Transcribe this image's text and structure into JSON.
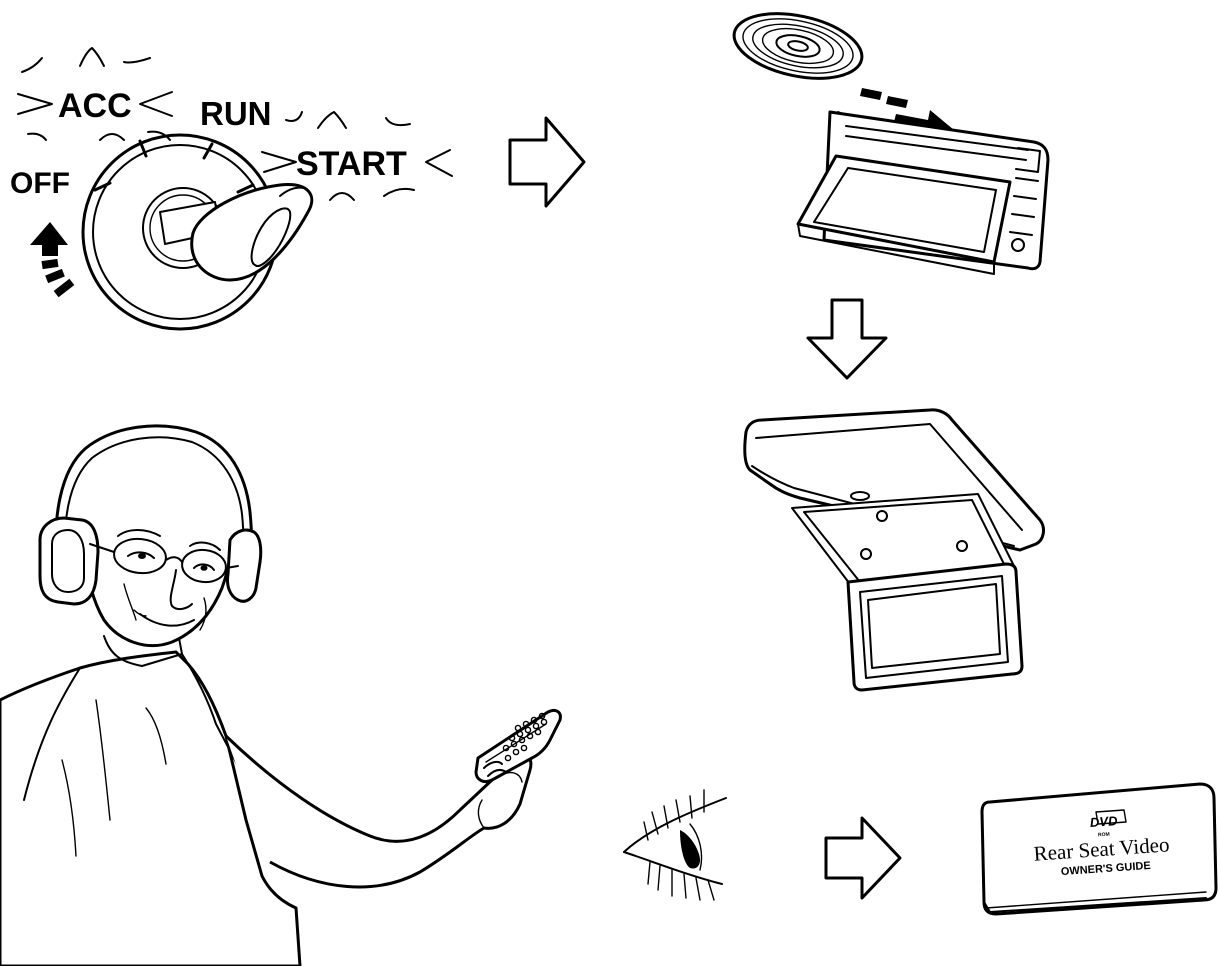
{
  "ignition": {
    "positions": [
      "OFF",
      "ACC",
      "RUN",
      "START"
    ]
  },
  "manual": {
    "logo": "DVD",
    "logo_sub": "ROM",
    "title": "Rear Seat Video",
    "subtitle": "OWNER'S GUIDE"
  },
  "colors": {
    "ink": "#000000",
    "paper": "#ffffff"
  },
  "icons": [
    "ignition-key-icon",
    "disc-icon",
    "dvd-player-icon",
    "overhead-screen-icon",
    "person-with-headphones-icon",
    "remote-control-icon",
    "eye-icon",
    "manual-book-icon",
    "outline-arrow-right-icon",
    "outline-arrow-down-icon"
  ]
}
